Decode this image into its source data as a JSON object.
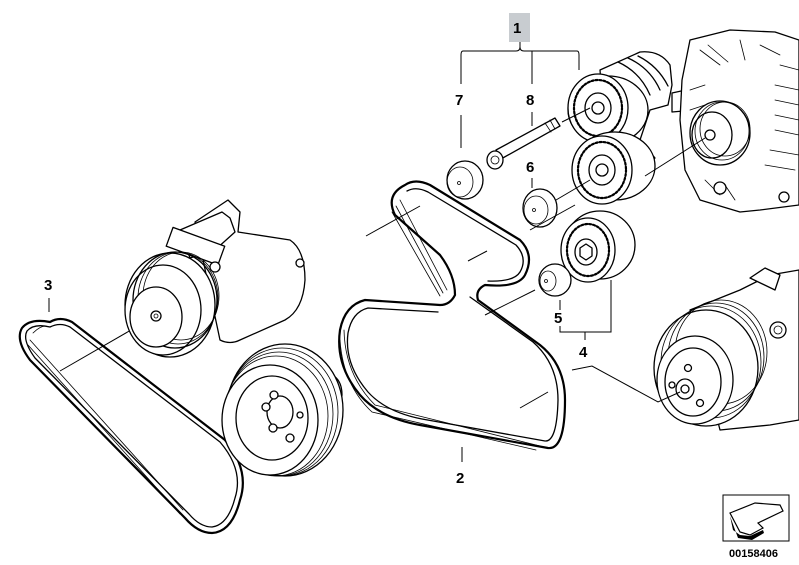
{
  "diagram": {
    "title": "Belt drive / tensioner exploded parts diagram",
    "highlight_color": "#c8ccd0",
    "line_color": "#000000",
    "background": "#ffffff",
    "callouts": [
      {
        "id": "1",
        "label": "1",
        "highlighted": true,
        "part": "tensioner-assembly-group"
      },
      {
        "id": "2",
        "label": "2",
        "part": "main-ribbed-belt"
      },
      {
        "id": "3",
        "label": "3",
        "part": "ac-compressor-belt"
      },
      {
        "id": "4",
        "label": "4",
        "part": "deflection-pulley-group"
      },
      {
        "id": "5",
        "label": "5",
        "part": "deflection-pulley-cap"
      },
      {
        "id": "6",
        "label": "6",
        "part": "tensioner-pulley-cap"
      },
      {
        "id": "7",
        "label": "7",
        "part": "dust-cap"
      },
      {
        "id": "8",
        "label": "8",
        "part": "bolt"
      }
    ],
    "components": [
      "ac-compressor",
      "crankshaft-pulley",
      "alternator",
      "power-steering-pump",
      "belt-tensioner",
      "tensioner-pulley",
      "deflection-pulley"
    ],
    "footer": {
      "icon": "direction-arrow-icon",
      "diagram_code": "00158406"
    }
  }
}
